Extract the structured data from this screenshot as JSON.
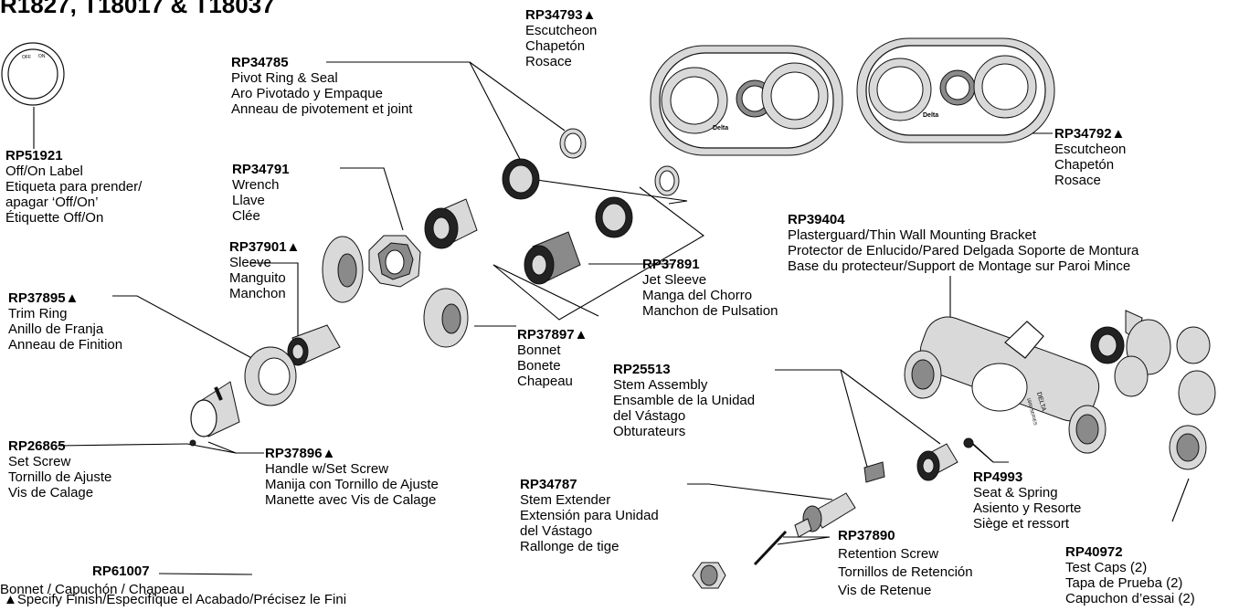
{
  "title": "R1827, T18017 & T18037",
  "footnote": "▲Specify Finish/Especifíque el Acabado/Précisez le Fini",
  "parts": {
    "rp51921": {
      "number": "RP51921",
      "lines": [
        "Off/On Label",
        "Etiqueta para prender/",
        "apagar ‘Off/On’",
        "Étiquette Off/On"
      ]
    },
    "rp34785": {
      "number": "RP34785",
      "lines": [
        "Pivot Ring & Seal",
        "Aro Pivotado y Empaque",
        "Anneau de pivotement et joint"
      ]
    },
    "rp34793": {
      "number": "RP34793▲",
      "lines": [
        "Escutcheon",
        "Chapetón",
        "Rosace"
      ]
    },
    "rp34792": {
      "number": "RP34792▲",
      "lines": [
        "Escutcheon",
        "Chapetón",
        "Rosace"
      ]
    },
    "rp34791": {
      "number": "RP34791",
      "lines": [
        "Wrench",
        "Llave",
        "Clée"
      ]
    },
    "rp37901": {
      "number": "RP37901▲",
      "lines": [
        "Sleeve",
        "Manguito",
        "Manchon"
      ]
    },
    "rp39404": {
      "number": "RP39404",
      "lines": [
        "Plasterguard/Thin Wall Mounting Bracket",
        "Protector de Enlucido/Pared Delgada Soporte de Montura",
        "Base du protecteur/Support de Montage sur Paroi Mince"
      ]
    },
    "rp37891": {
      "number": "RP37891",
      "lines": [
        "Jet Sleeve",
        "Manga del Chorro",
        "Manchon de Pulsation"
      ]
    },
    "rp37895": {
      "number": "RP37895▲",
      "lines": [
        "Trim Ring",
        "Anillo de Franja",
        "Anneau de Finition"
      ]
    },
    "rp37897": {
      "number": "RP37897▲",
      "lines": [
        "Bonnet",
        "Bonete",
        "Chapeau"
      ]
    },
    "rp25513": {
      "number": "RP25513",
      "lines": [
        "Stem Assembly",
        "Ensamble de la Unidad",
        "del Vástago",
        "Obturateurs"
      ]
    },
    "rp26865": {
      "number": "RP26865",
      "lines": [
        "Set Screw",
        "Tornillo de Ajuste",
        "Vis de Calage"
      ]
    },
    "rp37896": {
      "number": "RP37896▲",
      "lines": [
        "Handle w/Set Screw",
        "Manija con Tornillo de Ajuste",
        "Manette avec Vis de Calage"
      ]
    },
    "rp34787": {
      "number": "RP34787",
      "lines": [
        "Stem Extender",
        "Extensión para Unidad",
        "del Vástago",
        "Rallonge de tige"
      ]
    },
    "rp4993": {
      "number": "RP4993",
      "lines": [
        "Seat & Spring",
        "Asiento y Resorte",
        "Siège et ressort"
      ]
    },
    "rp40972": {
      "number": "RP40972",
      "lines": [
        "Test Caps (2)",
        "Tapa de Prueba (2)",
        "Capuchon d’essai (2)"
      ]
    },
    "rp37890": {
      "number": "RP37890",
      "lines": [
        "Retention Screw",
        "Tornillos de Retención",
        "Vis de Retenue"
      ]
    },
    "rp61007": {
      "number": "RP61007",
      "lines": [
        "Bonnet / Capuchón / Chapeau"
      ]
    }
  },
  "art_text": {
    "off_label": "OFF",
    "on_label": "ON",
    "brand": "Delta",
    "body_text": "DELTA",
    "series_text": "1800 SERIES"
  }
}
